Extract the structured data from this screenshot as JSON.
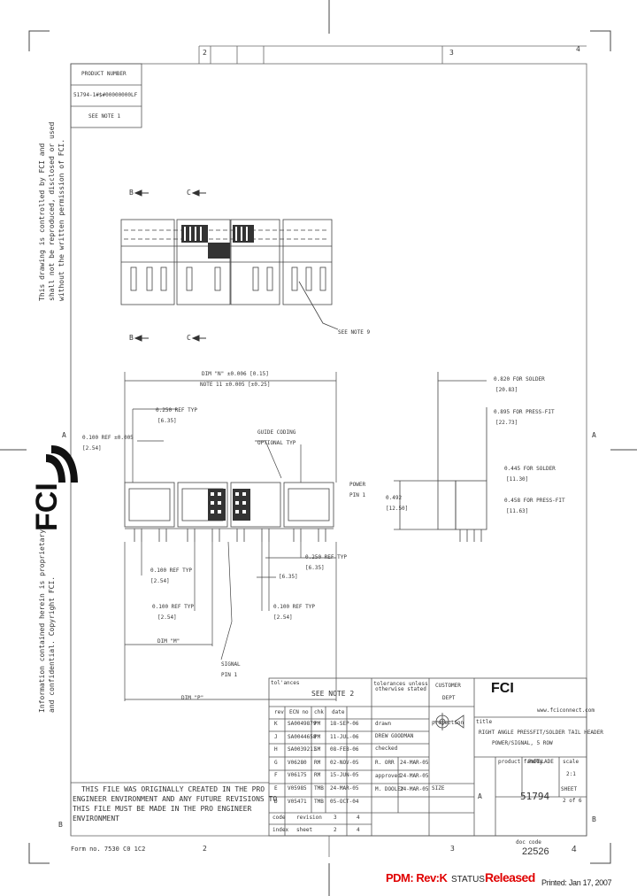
{
  "zones": {
    "top": [
      "2",
      "3",
      "4"
    ],
    "bottom": [
      "2",
      "3",
      "4"
    ],
    "left": [
      "A",
      "B"
    ],
    "right": [
      "A",
      "B"
    ]
  },
  "product_box": {
    "header": "PRODUCT NUMBER",
    "number": "51794-1#$#00000000LF",
    "note": "SEE NOTE 1"
  },
  "views": {
    "section_b": "B",
    "section_c": "C"
  },
  "notes": {
    "see_note_9": "SEE NOTE 9",
    "dim_n_line1": "DIM \"N\" ±0.006 [0.15]",
    "dim_n_line2": "NOTE 11 ±0.005 [±0.25]",
    "ref_250": "0.250 REF TYP",
    "ref_250_mm": "[6.35]",
    "dim_ae": "0.100 REF ±0.005",
    "dim_ae_mm": "[2.54]",
    "coding": "GUIDE CODING",
    "coding2": "OPTIONAL TYP",
    "power_pin_1": "POWER",
    "power_pin_2": "PIN 1",
    "ref_100_a": "0.100 REF TYP",
    "ref_100_a_mm": "[2.54]",
    "ref_250_b": "0.250 REF TYP",
    "ref_250_b_mm": "[6.35]",
    "ref_100_b": "0.100 REF TYP",
    "ref_100_b_mm": "[2.54]",
    "ref_100_c": "0.100 REF TYP",
    "ref_100_c_mm": "[2.54]",
    "dim_m": "DIM \"M\"",
    "dim_p": "DIM \"P\"",
    "signal_pin_1": "SIGNAL",
    "signal_pin_2": "PIN 1",
    "side_820": "0.820 FOR SOLDER",
    "side_820_mm": "[20.83]",
    "side_895": "0.895 FOR PRESS-FIT",
    "side_895_mm": "[22.73]",
    "side_445": "0.445 FOR SOLDER",
    "side_445_mm": "[11.30]",
    "side_458": "0.458 FOR PRESS-FIT",
    "side_458_mm": "[11.63]",
    "side_height": "0.492",
    "side_height_mm": "[12.50]"
  },
  "side_margin": {
    "upper_1": "This drawing is controlled by FCI and",
    "upper_2": "shall not be reproduced, disclosed or used",
    "upper_3": "without the written permission of FCI.",
    "lower_1": "Information contained herein is proprietary",
    "lower_2": "and confidential. Copyright FCI.",
    "brand": "FCI"
  },
  "title_block": {
    "tolerance_header": "SEE NOTE 2",
    "tolerance_label": "tolerances unless otherwise stated",
    "customer": "CUSTOMER",
    "dept": "DEPT",
    "logo": "FCI",
    "website": "www.fciconnect.com",
    "projection": "projection",
    "title_label": "title",
    "title_line1": "RIGHT ANGLE PRESSFIT/SOLDER TAIL HEADER",
    "title_line2": "POWER/SIGNAL, 5 ROW",
    "drawn_by": "drawn",
    "checked_by": "checked",
    "approved_by": "approved",
    "product_family_label": "product family",
    "product_family": "PWRBLADE",
    "scale_label": "scale",
    "scale": "2:1",
    "size_label": "SIZE",
    "size": "A",
    "doc_number": "51794",
    "sheet_label": "SHEET",
    "sheet": "2 of 6",
    "rev_cols": [
      "rev",
      "ECN no",
      "chk",
      "date"
    ],
    "rev_rows": [
      [
        "K",
        "SA0049879",
        "PM",
        "18-SEP-06"
      ],
      [
        "J",
        "SA0044658",
        "PM",
        "11-JUL-06"
      ],
      [
        "H",
        "SA0039211",
        "SM",
        "08-FEB-06"
      ],
      [
        "G",
        "V06280",
        "RM",
        "02-NOV-05"
      ],
      [
        "F",
        "V06175",
        "RM",
        "15-JUN-05"
      ],
      [
        "E",
        "V05985",
        "TMB",
        "24-MAR-05"
      ],
      [
        "D",
        "V05471",
        "TMB",
        "05-OCT-04"
      ]
    ],
    "names": [
      "DREW GOODMAN",
      "R. ORR",
      "M. DOOLEY"
    ],
    "dates": [
      "24-MAR-05",
      "24-MAR-05",
      "24-MAR-05"
    ],
    "format_row": [
      "code",
      "revision",
      "3",
      "4"
    ],
    "index_row": [
      "index",
      "sheet",
      "2",
      "4"
    ],
    "doc_code_label": "doc code",
    "doc_code": "22526"
  },
  "cad_note": {
    "line1": "THIS FILE WAS ORIGINALLY CREATED IN THE PRO",
    "line2": "ENGINEER ENVIRONMENT AND ANY FUTURE REVISIONS TO",
    "line3": "THIS FILE MUST BE MADE IN THE PRO ENGINEER",
    "line4": "ENVIRONMENT"
  },
  "footer": {
    "form_no": "Form no. 7530 C0 1C2",
    "zone_2": "2",
    "zone_3": "3",
    "zone_4": "4",
    "pdm": "PDM: Rev:K",
    "status_prefix": "STATUS",
    "status_value": "Released",
    "printed": "Printed: Jan 17, 2007"
  },
  "colors": {
    "pdm": "#e00000",
    "status_released": "#e00000",
    "line": "#555555"
  }
}
